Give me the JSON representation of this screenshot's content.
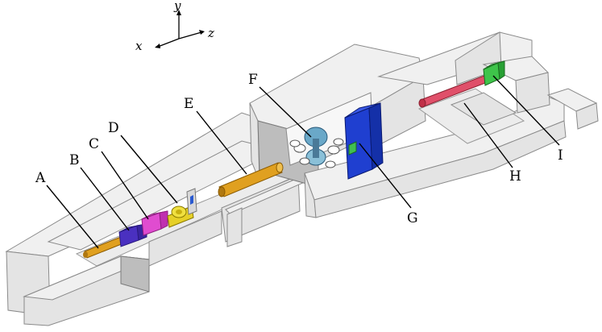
{
  "axes": {
    "y": "y",
    "x": "x",
    "z": "z"
  },
  "labels": {
    "A": "A",
    "B": "B",
    "C": "C",
    "D": "D",
    "E": "E",
    "F": "F",
    "G": "G",
    "H": "H",
    "I": "I"
  },
  "colors": {
    "beamline_tube": "#e0a020",
    "component_b": "#5a3fd8",
    "component_c": "#e04cd0",
    "component_d": "#e6d028",
    "detector_g": "#1f3fd0",
    "module_i": "#3ec44a",
    "arm_h": "#e0506a",
    "concrete": "#e4e4e4"
  }
}
